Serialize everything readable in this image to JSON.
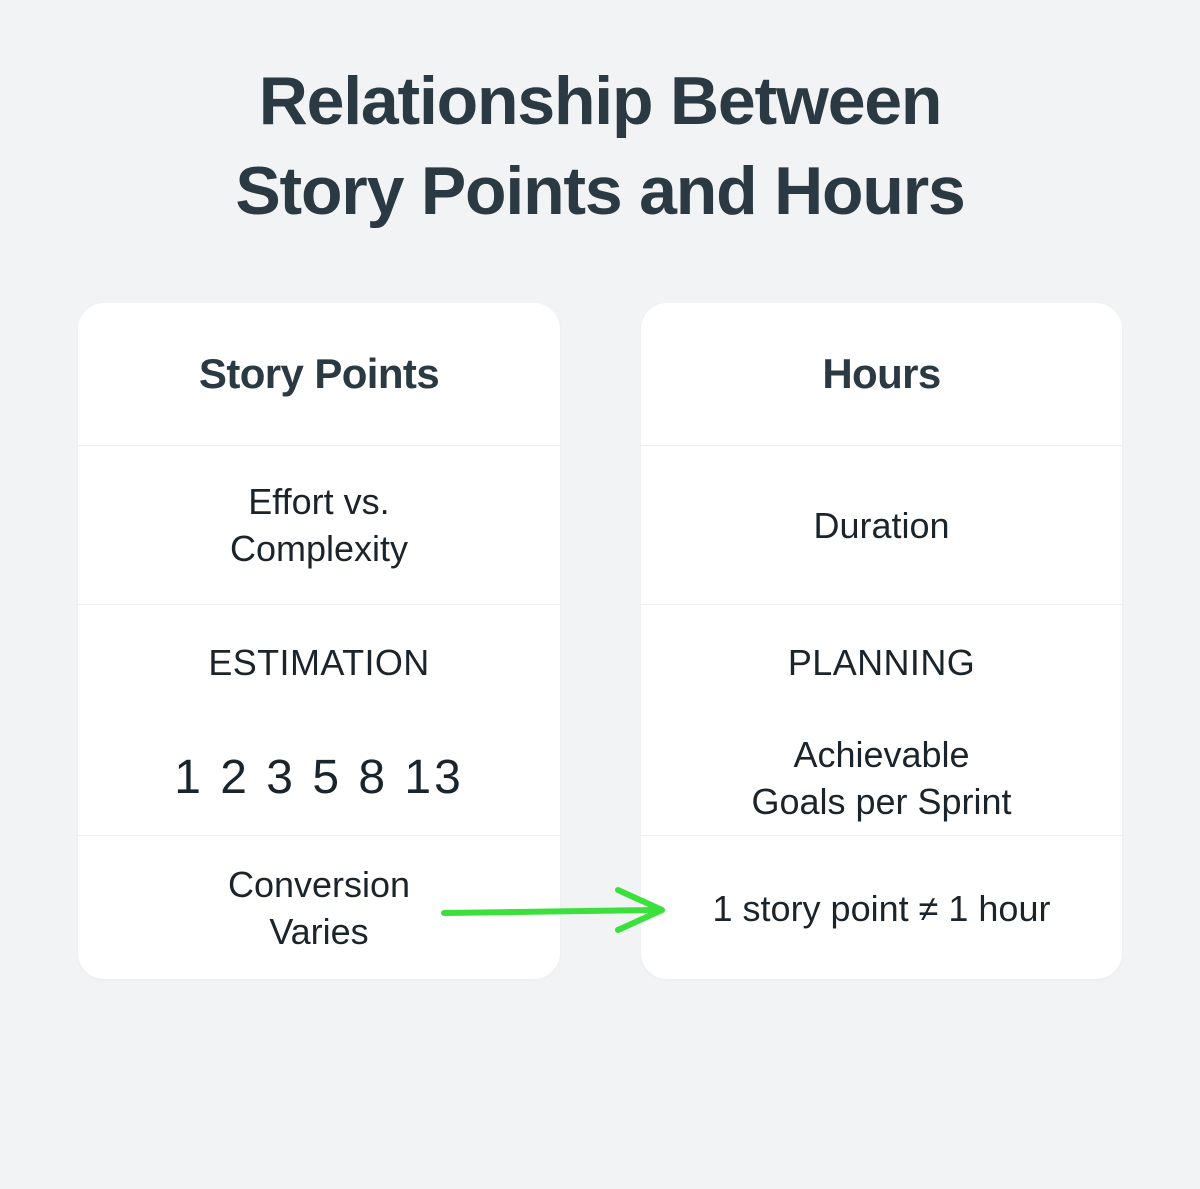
{
  "title": "Relationship Between\nStory Points and Hours",
  "accent_color": "#3ce03c",
  "text_color": "#2b3a42",
  "background_color": "#f2f3f5",
  "card_background": "#ffffff",
  "columns": [
    {
      "header": "Story Points",
      "rows": [
        {
          "text": "Effort vs.\nComplexity",
          "style": "normal"
        },
        {
          "text": "ESTIMATION",
          "style": "caps"
        },
        {
          "text": "1 2 3 5 8 13",
          "style": "fib"
        },
        {
          "text": "Conversion\nVaries",
          "style": "normal"
        }
      ]
    },
    {
      "header": "Hours",
      "rows": [
        {
          "text": "Duration",
          "style": "normal"
        },
        {
          "text": "PLANNING",
          "style": "caps"
        },
        {
          "text": "Achievable\nGoals per Sprint",
          "style": "normal"
        },
        {
          "text": "1 story point ≠ 1 hour",
          "style": "normal"
        }
      ]
    }
  ],
  "connector": {
    "icon": "arrow-right-icon",
    "color": "#3ce03c",
    "from": "Conversion Varies",
    "to": "1 story point ≠ 1 hour"
  },
  "fibonacci_sequence": [
    1,
    2,
    3,
    5,
    8,
    13
  ]
}
